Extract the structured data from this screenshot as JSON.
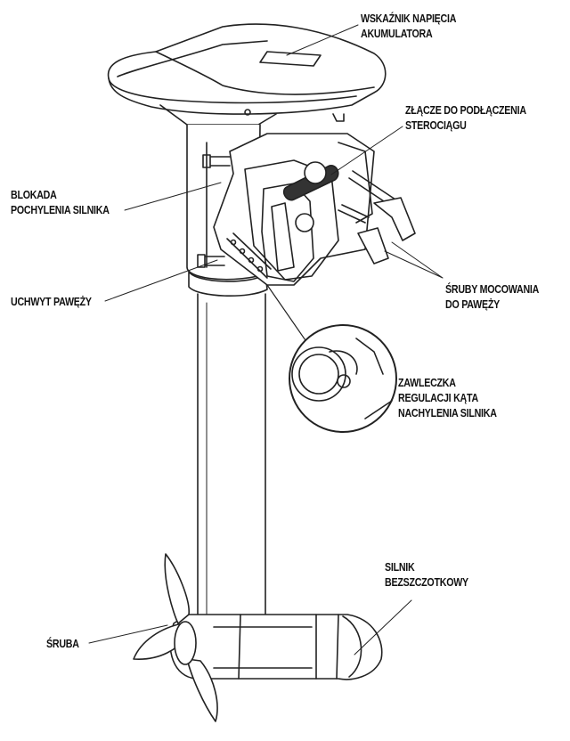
{
  "labels": {
    "battery_indicator": {
      "line1": "WSKAŹNIK NAPIĘCIA",
      "line2": "AKUMULATORA"
    },
    "steering_connector": {
      "line1": "ZŁĄCZE DO PODŁĄCZENIA",
      "line2": "STEROCIĄGU"
    },
    "tilt_lock": {
      "line1": "BLOKADA",
      "line2": "POCHYLENIA SILNIKA"
    },
    "transom_bracket": {
      "line1": "UCHWYT PAWĘŻY"
    },
    "transom_screws": {
      "line1": "ŚRUBY MOCOWANIA",
      "line2": "DO PAWĘŻY"
    },
    "tilt_pin": {
      "line1": "ZAWLECZKA",
      "line2": "REGULACJI KĄTA",
      "line3": "NACHYLENIA SILNIKA"
    },
    "brushless_motor": {
      "line1": "SILNIK",
      "line2": "BEZSZCZOTKOWY"
    },
    "propeller": {
      "line1": "ŚRUBA"
    }
  }
}
